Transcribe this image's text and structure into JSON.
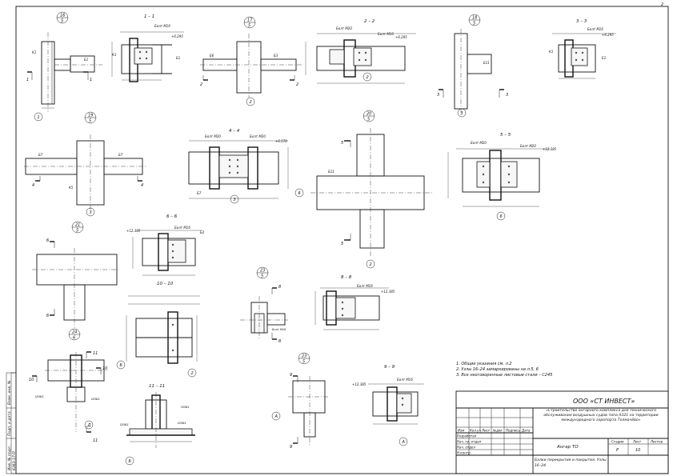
{
  "sheet": {
    "company": "ООО «СТ ИНВЕСТ»",
    "project": "«Строительство ангарного комплекса для технического обслуживания воздушных судов типа А321 на территории международного аэропорта Толмачёво»",
    "building": "Ангар ТО",
    "drawing_title": "Балки перекрытия и покрытия. Узлы 16–24",
    "stage_label": "Стадия",
    "stage": "Р",
    "sheet_label": "Лист",
    "sheet_no": "10",
    "sheets_label": "Листов",
    "sheets_total": "",
    "rev_headers": [
      "Изм",
      "Кол.уч",
      "Лист",
      "№док",
      "Подпись",
      "Дата"
    ],
    "roles": [
      "Разработал",
      "Нач. гр. отдел",
      "Нач. отдел",
      "Н.контр."
    ],
    "side_labels": [
      "Взам. инв. №",
      "Подп. и дата",
      "Инв. № подл."
    ],
    "side_value": "6363-17-П",
    "frame_no": "2"
  },
  "notes": [
    "1. Общие указания см. л.2",
    "2. Узлы 16–24 замаркированы на л.5, 6",
    "3. Все неоговоренные листовые стали – С245"
  ],
  "nodes": [
    {
      "top": "16",
      "bottom": "5"
    },
    {
      "top": "17",
      "bottom": "5"
    },
    {
      "top": "18",
      "bottom": "5"
    },
    {
      "top": "19",
      "bottom": "5"
    },
    {
      "top": "20",
      "bottom": "5"
    },
    {
      "top": "21",
      "bottom": "5"
    },
    {
      "top": "23",
      "bottom": "5"
    },
    {
      "top": "24",
      "bottom": "6"
    }
  ],
  "sections": [
    "1 – 1",
    "2 – 2",
    "3 – 3",
    "4 – 4",
    "5 – 5",
    "6 – 6",
    "8 – 8",
    "9 – 9",
    "10 – 10",
    "11 – 11"
  ],
  "labels": {
    "bolt16": "Болт М16",
    "bolt20": "Болт М20",
    "b1": "Б1",
    "b2": "Б2",
    "b3": "Б3",
    "b6": "Б6",
    "b7": "Б7",
    "b11": "Б11",
    "k1": "К1",
    "k5": "К5",
    "elev1": "+6.295",
    "elev2": "+6.570",
    "elev3": "+12.385",
    "beam1": "I20Б1",
    "beam2": "I30Б1",
    "ax1": "1",
    "ax2": "2",
    "ax3": "3",
    "ax4": "4",
    "ax6": "6",
    "axB": "Б",
    "axA": "А",
    "axD": "Д",
    "s1": "1",
    "s2": "2",
    "s3": "3",
    "s4": "4",
    "s5": "5",
    "s6": "6",
    "s8": "8",
    "s9": "9",
    "s10": "10",
    "s11": "11"
  }
}
